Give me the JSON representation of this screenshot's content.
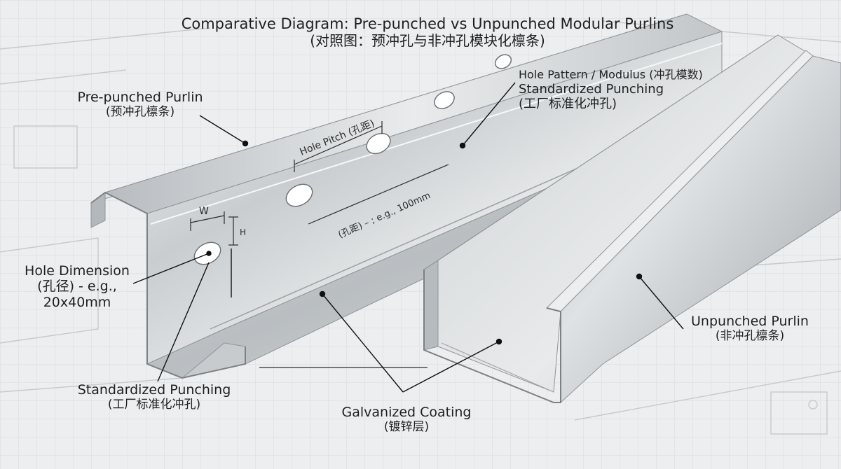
{
  "diagram": {
    "title": "Comparative Diagram: Pre-punched vs Unpunched Modular Purlins",
    "title_cn": "(对照图：预冲孔与非冲孔模块化檩条)",
    "labels": {
      "prepunched": {
        "line1": "Pre-punched Purlin",
        "line2": "(预冲孔檩条)"
      },
      "hole_pattern": {
        "line1": "Hole Pattern / Modulus (冲孔模数)",
        "line2": "Standardized Punching",
        "line3": "(工厂标准化冲孔)"
      },
      "hole_dimension": {
        "line1": "Hole Dimension",
        "line2": "(孔径) - e.g.,",
        "line3": "20x40mm"
      },
      "standardized_punching": {
        "line1": "Standardized Punching",
        "line2": "(工厂标准化冲孔)"
      },
      "galvanized": {
        "line1": "Galvanized Coating",
        "line2": "(镀锌层)"
      },
      "unpunched": {
        "line1": "Unpunched Purlin",
        "line2": "(非冲孔檩条)"
      }
    },
    "dimensions": {
      "hole_pitch": "Hole Pitch (孔距)",
      "pitch_value": "(孔距) – ; e.g., 100mm",
      "width_mark": "W",
      "height_mark": "H"
    },
    "colors": {
      "steel_light": "#eef0f1",
      "steel_mid": "#c4c8cb",
      "steel_dark": "#8d9296",
      "blueprint_line": "#c9cdd1",
      "ink": "#1d1f21"
    }
  }
}
